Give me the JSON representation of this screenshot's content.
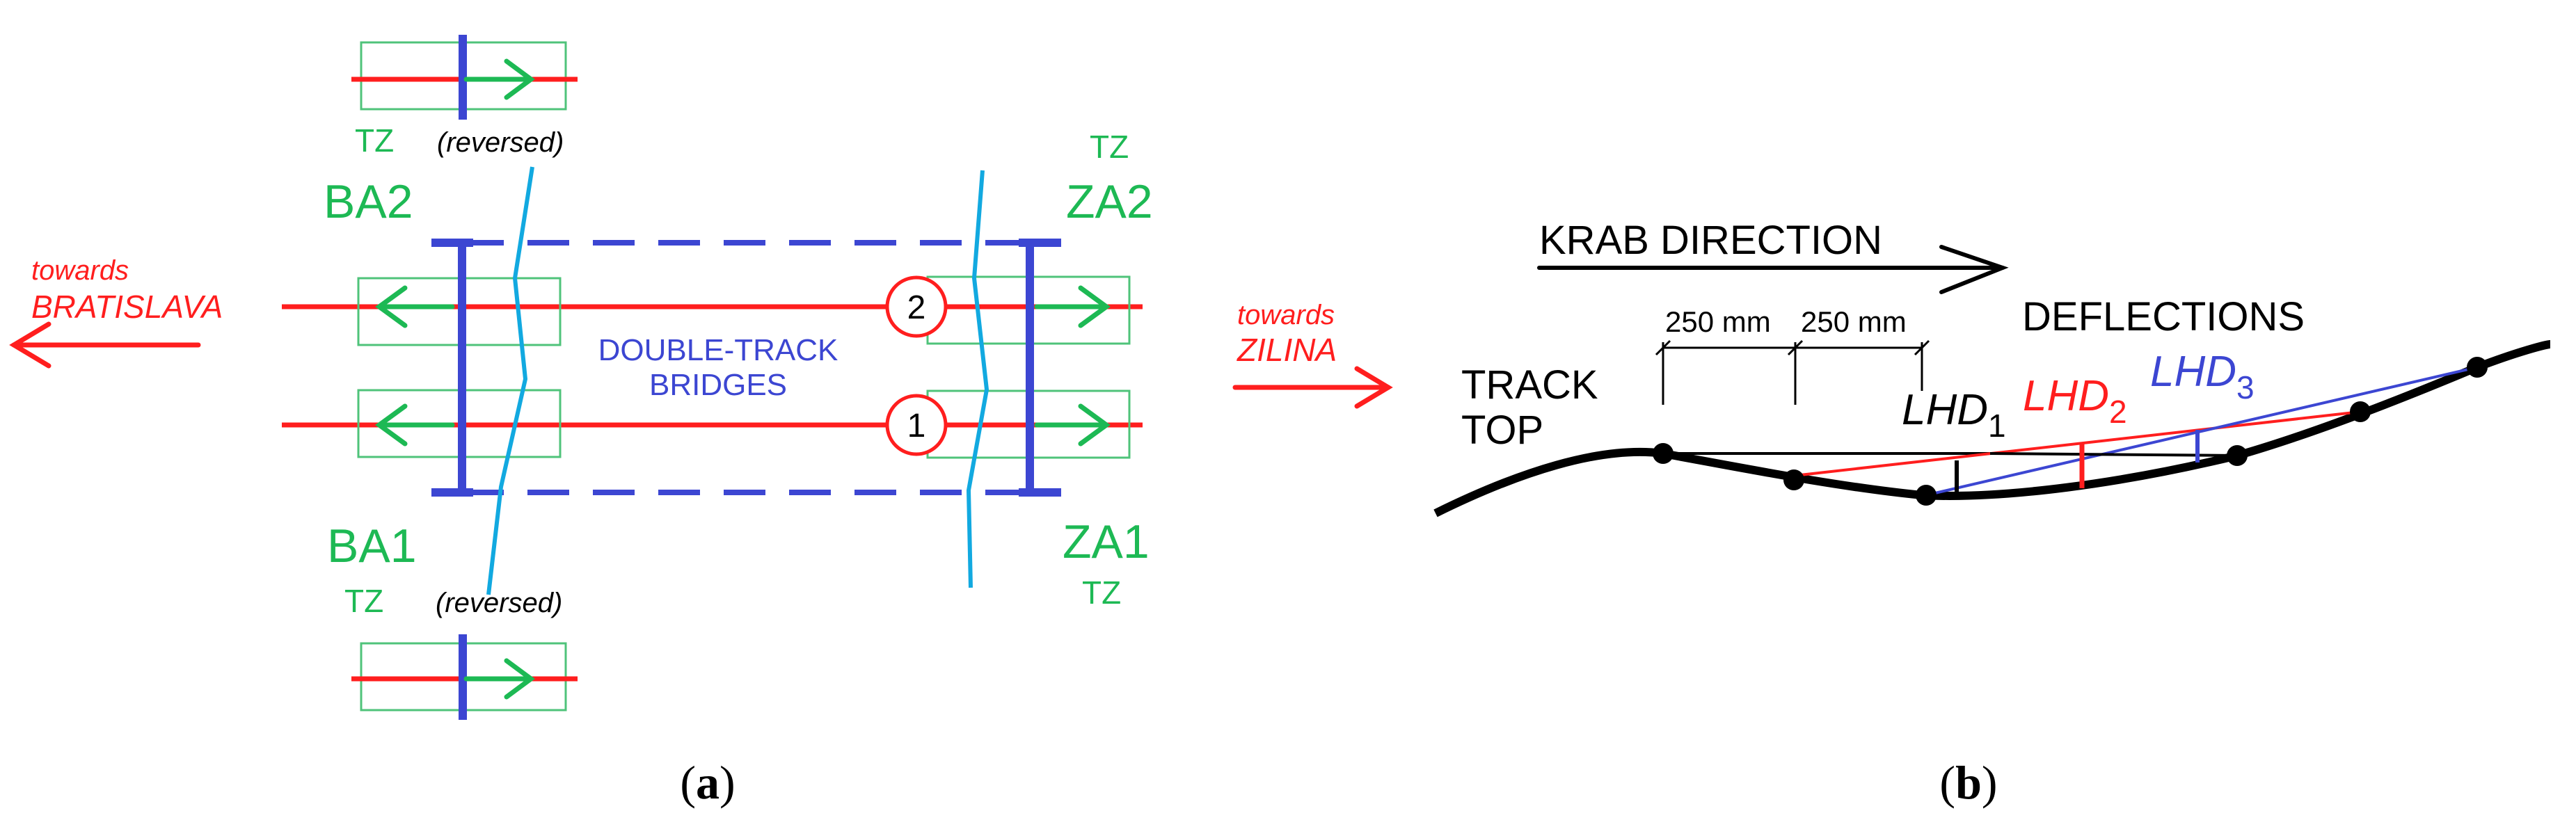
{
  "colors": {
    "green": "#1db954",
    "red": "#ff1e1e",
    "blue": "#3c46d2",
    "cyan": "#12a9e0",
    "black": "#000000",
    "box": "#4fc37a"
  },
  "panel_a": {
    "caption_open": "(",
    "caption_letter": "a",
    "caption_close": ")",
    "tz": "TZ",
    "reversed": "(reversed)",
    "ba2": "BA2",
    "ba1": "BA1",
    "za2": "ZA2",
    "za1": "ZA1",
    "towards_left_1": "towards",
    "towards_left_2": "BRATISLAVA",
    "towards_right_1": "towards",
    "towards_right_2": "ZILINA",
    "bridges_1": "DOUBLE-TRACK",
    "bridges_2": "BRIDGES",
    "track_2": "2",
    "track_1": "1"
  },
  "panel_b": {
    "caption_open": "(",
    "caption_letter": "b",
    "caption_close": ")",
    "krab_direction": "KRAB DIRECTION",
    "deflections": "DEFLECTIONS",
    "track_top_1": "TRACK",
    "track_top_2": "TOP",
    "dim_1": "250 mm",
    "dim_2": "250 mm",
    "lhd_base": "LHD",
    "lhd_1_sub": "1",
    "lhd_2_sub": "2",
    "lhd_3_sub": "3"
  }
}
